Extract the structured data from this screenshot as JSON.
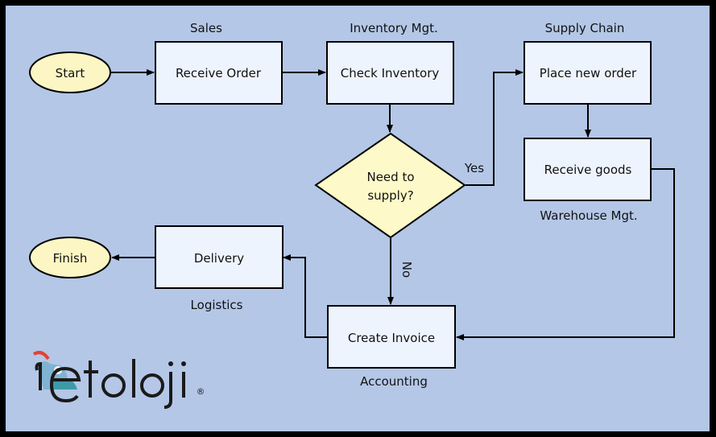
{
  "diagram": {
    "type": "flowchart",
    "colors": {
      "background": "#b4c7e7",
      "frame": "#000000",
      "process_fill": "#eef4fd",
      "terminal_fill": "#fcf6c4",
      "decision_fill": "#fef9c8",
      "stroke": "#000000",
      "logo_dark": "#1a1a1a",
      "logo_teal": "#3f9aa8",
      "logo_light_blue": "#7fb3d1",
      "logo_red": "#e2442f"
    },
    "nodes": {
      "start": "Start",
      "receive_order": "Receive Order",
      "check_inventory": "Check Inventory",
      "need_supply_line1": "Need to",
      "need_supply_line2": "supply?",
      "place_order": "Place new order",
      "receive_goods": "Receive goods",
      "create_invoice": "Create Invoice",
      "delivery": "Delivery",
      "finish": "Finish"
    },
    "lanes": {
      "sales": "Sales",
      "inventory": "Inventory Mgt.",
      "supply_chain": "Supply Chain",
      "warehouse": "Warehouse Mgt.",
      "accounting": "Accounting",
      "logistics": "Logistics"
    },
    "edge_labels": {
      "yes": "Yes",
      "no": "No"
    },
    "edges": [
      {
        "from": "Start",
        "to": "Receive Order"
      },
      {
        "from": "Receive Order",
        "to": "Check Inventory"
      },
      {
        "from": "Check Inventory",
        "to": "Need to supply?"
      },
      {
        "from": "Need to supply?",
        "to": "Place new order",
        "label": "Yes"
      },
      {
        "from": "Place new order",
        "to": "Receive goods"
      },
      {
        "from": "Receive goods",
        "to": "Create Invoice"
      },
      {
        "from": "Need to supply?",
        "to": "Create Invoice",
        "label": "No"
      },
      {
        "from": "Create Invoice",
        "to": "Delivery"
      },
      {
        "from": "Delivery",
        "to": "Finish"
      }
    ]
  },
  "logo": {
    "text": "etoloji",
    "registered": "®"
  }
}
